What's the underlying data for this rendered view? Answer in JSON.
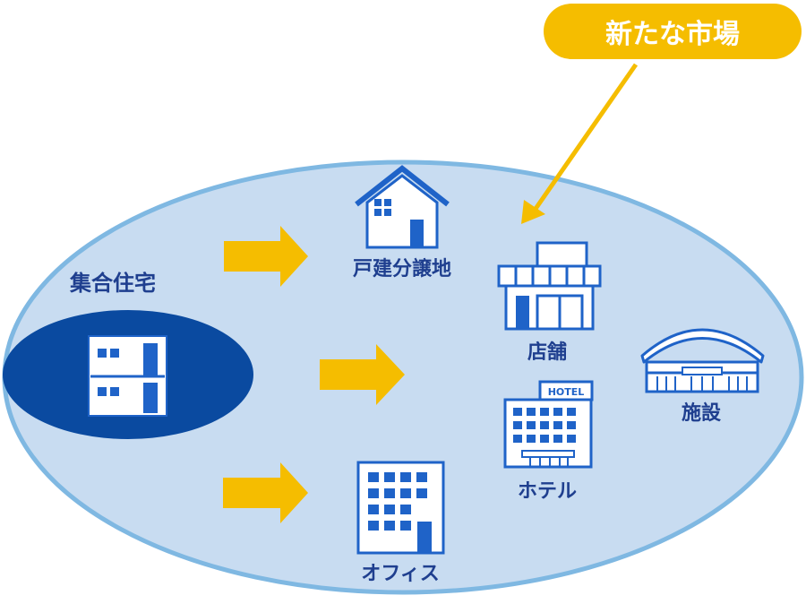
{
  "callout": {
    "text": "新たな市場"
  },
  "current_market": {
    "label": "集合住宅"
  },
  "markets": {
    "detached_housing": "戸建分譲地",
    "office": "オフィス",
    "store": "店舗",
    "hotel": "ホテル",
    "hotel_sign": "HOTEL",
    "facility": "施設"
  },
  "colors": {
    "ellipse_fill": "#c8dcf1",
    "ellipse_border": "#7fb8e2",
    "current_market_fill": "#0a4aa0",
    "icon_blue": "#1f63c8",
    "arrow_yellow": "#f5bd00",
    "label_blue": "#1f3f8f"
  }
}
